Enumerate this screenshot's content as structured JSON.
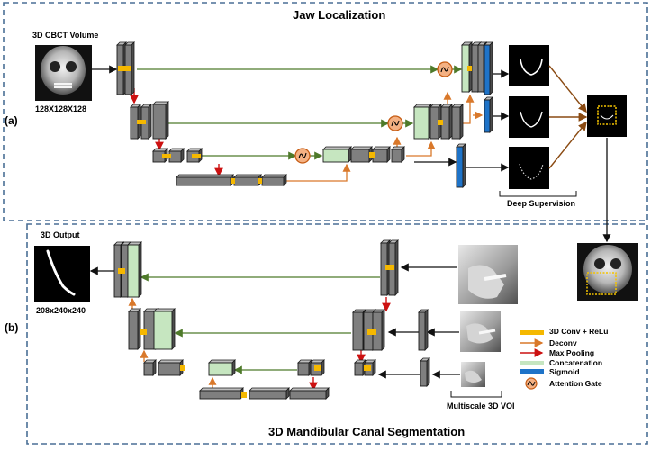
{
  "sections": {
    "a": {
      "label": "(a)",
      "title": "Jaw Localization"
    },
    "b": {
      "label": "(b)",
      "title": "3D Mandibular Canal Segmentation"
    }
  },
  "labels": {
    "input_volume": "3D CBCT Volume",
    "input_size": "128X128X128",
    "output_title": "3D Output",
    "output_size": "208x240x240",
    "deep_supervision": "Deep Supervision",
    "multiscale_voi": "Multiscale 3D VOI"
  },
  "legend": {
    "items": [
      {
        "key": "conv",
        "label": "3D Conv + ReLu"
      },
      {
        "key": "deconv",
        "label": "Deconv"
      },
      {
        "key": "maxpool",
        "label": "Max Pooling"
      },
      {
        "key": "concat",
        "label": "Concatenation"
      },
      {
        "key": "sigmoid",
        "label": "Sigmoid"
      },
      {
        "key": "attention",
        "label": "Attention Gate"
      }
    ]
  },
  "colors": {
    "frame": "#4a6f96",
    "block": "#7f7f7f",
    "block_edge": "#1a1a1a",
    "conv": "#f5b800",
    "concat": "#c6e6c0",
    "sigmoid": "#1e73c8",
    "skip": "#4e7a2a",
    "deconv": "#d9782a",
    "maxpool": "#cc1111",
    "attention_fill": "#f4b183",
    "attention_edge": "#c55a11"
  }
}
